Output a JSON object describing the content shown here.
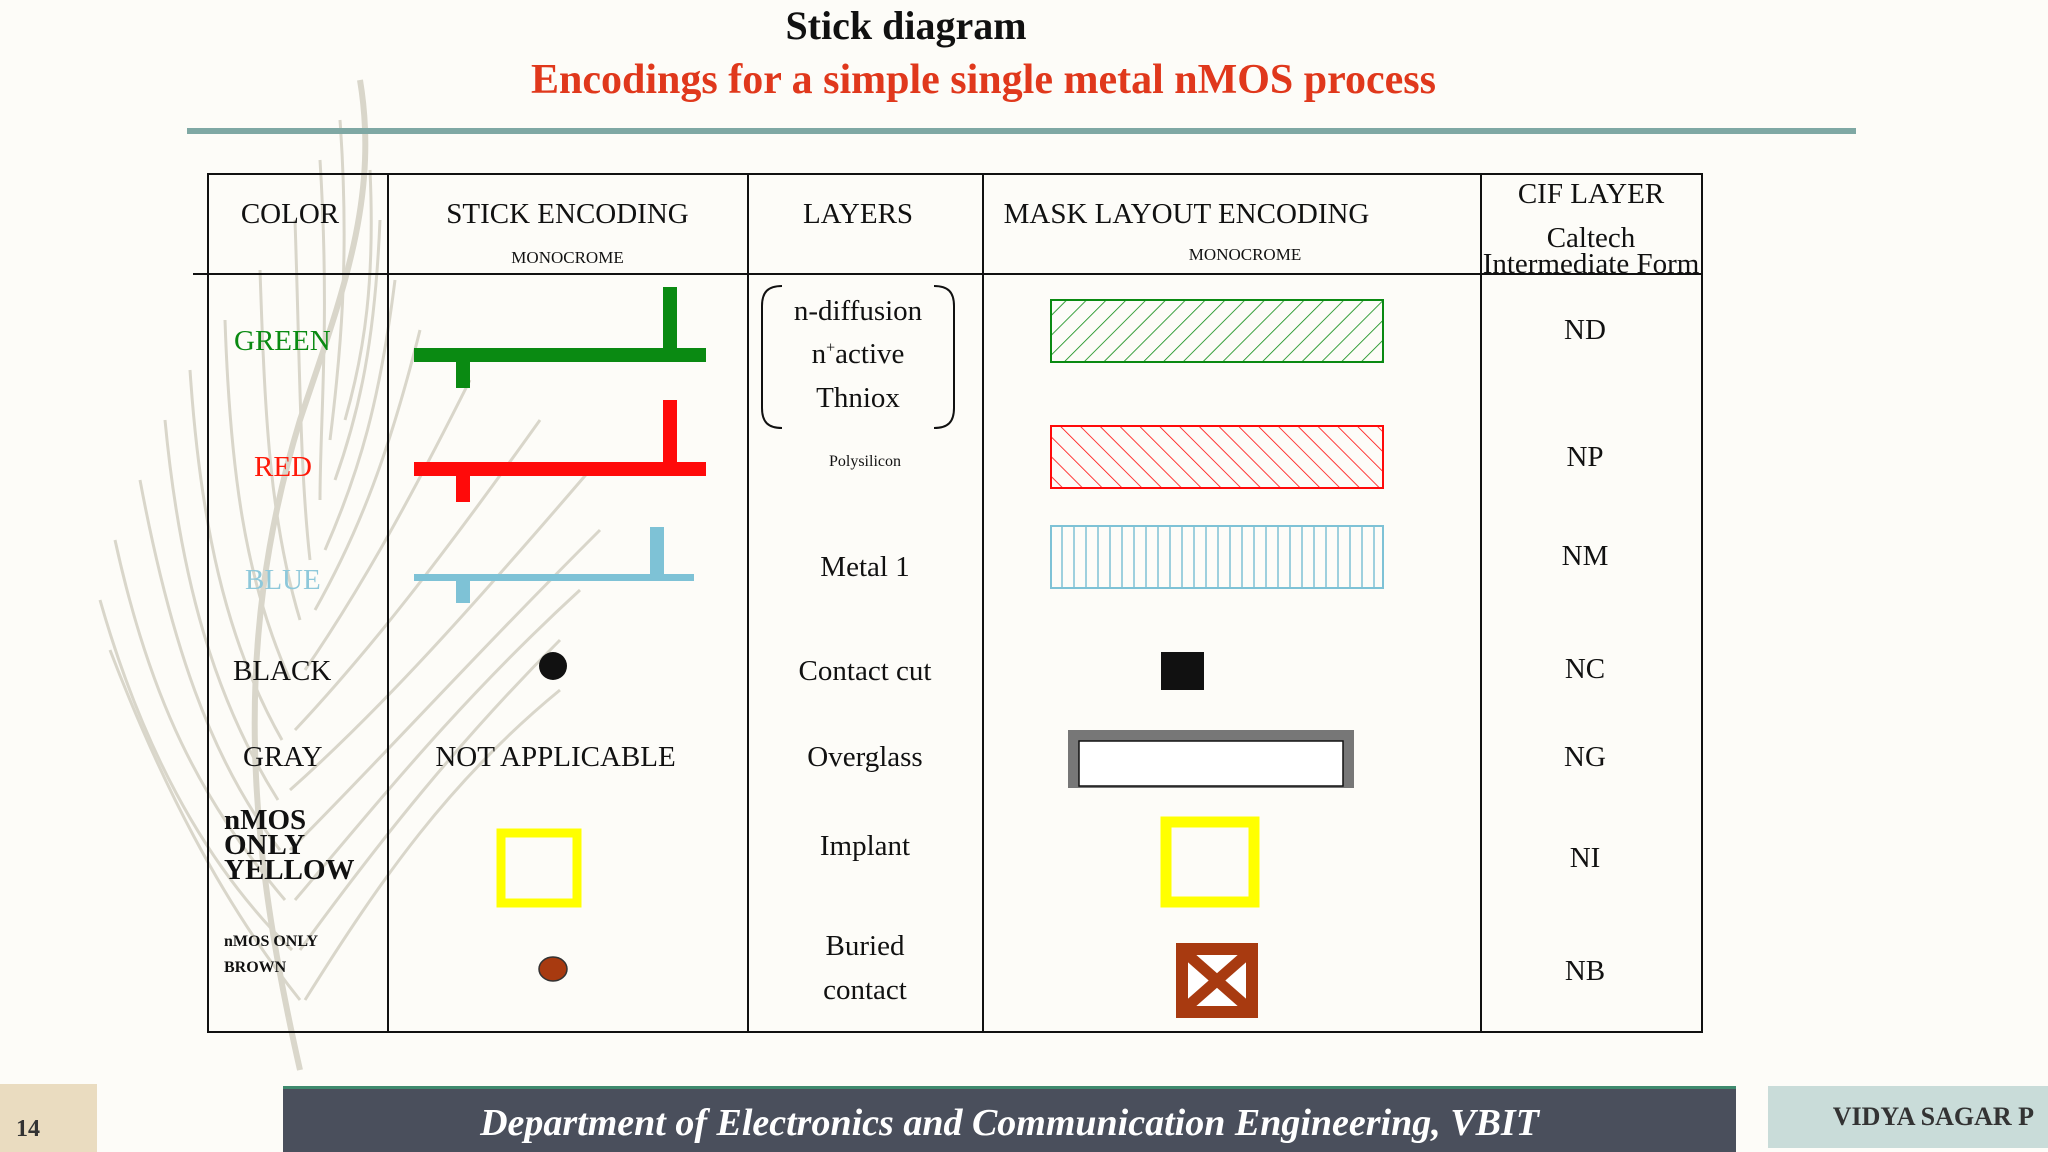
{
  "title": "Stick diagram",
  "subtitle": "Encodings for a simple single metal nMOS process",
  "headers": {
    "color": "COLOR",
    "stick": "STICK ENCODING",
    "stick_sub": "MONOCROME",
    "layers": "LAYERS",
    "mask": "MASK LAYOUT ENCODING",
    "mask_sub": "MONOCROME",
    "cif_line1": "CIF LAYER",
    "cif_line2": "Caltech",
    "cif_line3": "Intermediate Form"
  },
  "rows": {
    "green": {
      "color": "GREEN",
      "layer1": "n-diffusion",
      "layer2_pre": "n",
      "layer2_sup": "+",
      "layer2_post": "active",
      "layer3": "Thniox",
      "cif": "ND"
    },
    "red": {
      "color": "RED",
      "layer": "Polysilicon",
      "cif": "NP"
    },
    "blue": {
      "color": "BLUE",
      "layer": "Metal 1",
      "cif": "NM"
    },
    "black": {
      "color": "BLACK",
      "layer": "Contact cut",
      "cif": "NC"
    },
    "gray": {
      "color": "GRAY",
      "stick": "NOT APPLICABLE",
      "layer": "Overglass",
      "cif": "NG"
    },
    "yellow": {
      "color_line1": "nMOS",
      "color_line2": "ONLY",
      "color_line3": "YELLOW",
      "layer": "Implant",
      "cif": "NI"
    },
    "brown": {
      "color_line1": "nMOS ONLY",
      "color_line2": "BROWN",
      "layer_line1": "Buried",
      "layer_line2": "contact",
      "cif": "NB"
    }
  },
  "colors": {
    "green": "#0a8a12",
    "red": "#ff0a0a",
    "blue": "#7ec2d6",
    "black": "#111111",
    "gray": "#777777",
    "yellow": "#ffff00",
    "brown": "#a83a10",
    "title_red": "#e0381c"
  },
  "footer": {
    "page": "14",
    "department": "Department of Electronics and Communication  Engineering, VBIT",
    "author": "VIDYA SAGAR P"
  }
}
